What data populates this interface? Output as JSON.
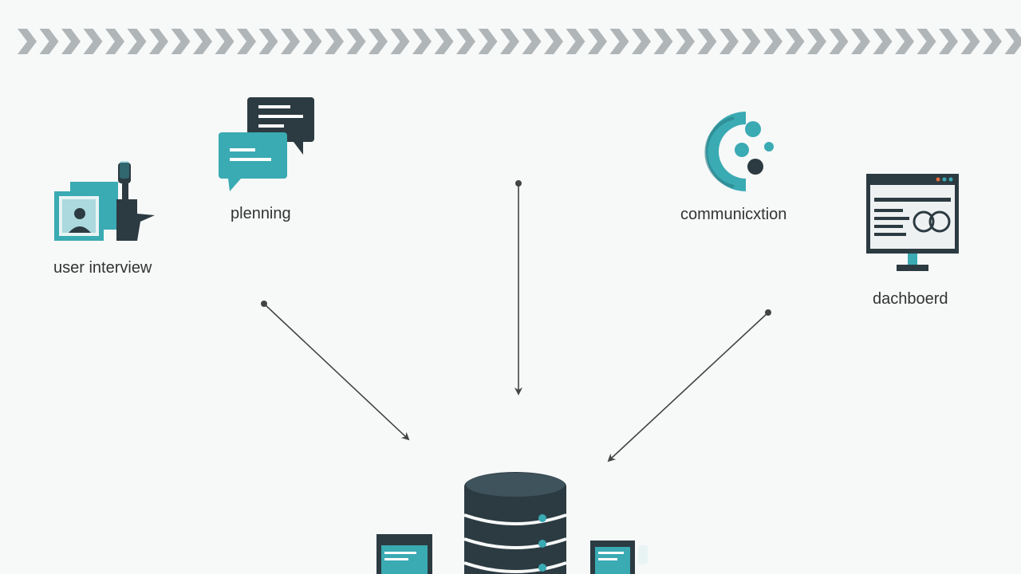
{
  "colors": {
    "teal": "#3aaab3",
    "dark": "#2c3b42",
    "chevron": "#b0b6b8",
    "arrow": "#444444",
    "background": "#f7f8f8"
  },
  "nodes": [
    {
      "id": "user-interview",
      "label": "user interview",
      "icon": "video-interview-icon"
    },
    {
      "id": "planning",
      "label": "plenning",
      "icon": "chat-bubbles-icon"
    },
    {
      "id": "communication",
      "label": "communicxtion",
      "icon": "communication-icon"
    },
    {
      "id": "dashboard",
      "label": "dachboerd",
      "icon": "monitor-dashboard-icon"
    }
  ],
  "center": {
    "id": "database",
    "icon": "database-server-icon"
  },
  "header": {
    "decoration": "chevron-strip"
  }
}
